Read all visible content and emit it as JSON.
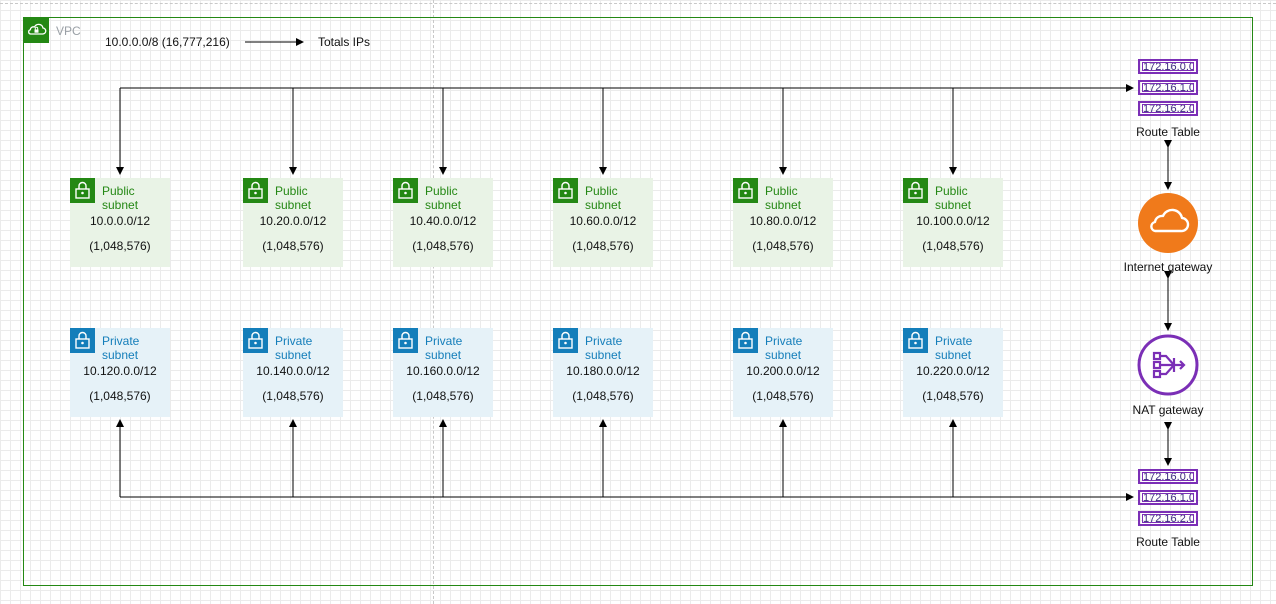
{
  "vpc": {
    "label": "VPC",
    "icon": "cloud-lock-icon",
    "border_color": "#248814"
  },
  "header": {
    "cidr": "10.0.0.0/8 (16,777,216)",
    "arrow_label": "Totals IPs"
  },
  "public_subnets": [
    {
      "type": "Public subnet",
      "cidr": "10.0.0.0/12",
      "count": "(1,048,576)"
    },
    {
      "type": "Public subnet",
      "cidr": "10.20.0.0/12",
      "count": "(1,048,576)"
    },
    {
      "type": "Public subnet",
      "cidr": "10.40.0.0/12",
      "count": "(1,048,576)"
    },
    {
      "type": "Public subnet",
      "cidr": "10.60.0.0/12",
      "count": "(1,048,576)"
    },
    {
      "type": "Public subnet",
      "cidr": "10.80.0.0/12",
      "count": "(1,048,576)"
    },
    {
      "type": "Public subnet",
      "cidr": "10.100.0.0/12",
      "count": "(1,048,576)"
    }
  ],
  "private_subnets": [
    {
      "type": "Private subnet",
      "cidr": "10.120.0.0/12",
      "count": "(1,048,576)"
    },
    {
      "type": "Private subnet",
      "cidr": "10.140.0.0/12",
      "count": "(1,048,576)"
    },
    {
      "type": "Private subnet",
      "cidr": "10.160.0.0/12",
      "count": "(1,048,576)"
    },
    {
      "type": "Private subnet",
      "cidr": "10.180.0.0/12",
      "count": "(1,048,576)"
    },
    {
      "type": "Private subnet",
      "cidr": "10.200.0.0/12",
      "count": "(1,048,576)"
    },
    {
      "type": "Private subnet",
      "cidr": "10.220.0.0/12",
      "count": "(1,048,576)"
    }
  ],
  "route_table_public": {
    "entries": [
      "172.16.0.0",
      "172.16.1.0",
      "172.16.2.0"
    ],
    "label": "Route Table"
  },
  "internet_gateway": {
    "label": "Internet gateway",
    "icon": "cloud-icon",
    "color": "#f07a1b"
  },
  "nat_gateway": {
    "label": "NAT gateway",
    "icon": "nat-gateway-icon",
    "color": "#7b2fb6"
  },
  "route_table_private": {
    "entries": [
      "172.16.0.0",
      "172.16.1.0",
      "172.16.2.0"
    ],
    "label": "Route Table"
  },
  "colors": {
    "public": "#248814",
    "private": "#147eba",
    "route_table": "#7b2fb6"
  }
}
